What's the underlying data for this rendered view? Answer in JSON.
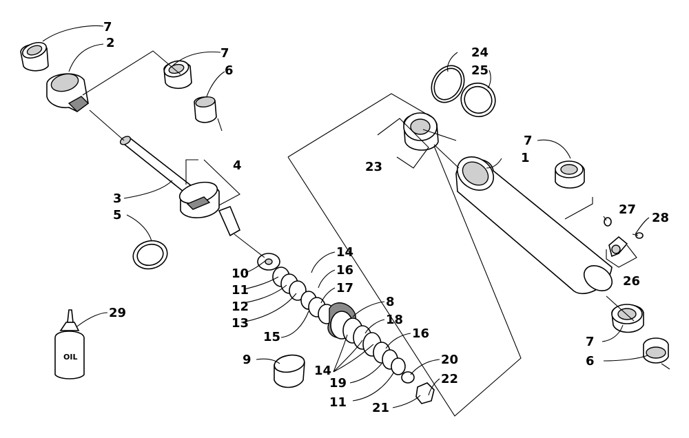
{
  "diagram": {
    "callouts": [
      {
        "id": "c7a",
        "text": "7"
      },
      {
        "id": "c2",
        "text": "2"
      },
      {
        "id": "c7b",
        "text": "7"
      },
      {
        "id": "c6a",
        "text": "6"
      },
      {
        "id": "c4",
        "text": "4"
      },
      {
        "id": "c3",
        "text": "3"
      },
      {
        "id": "c5",
        "text": "5"
      },
      {
        "id": "c10",
        "text": "10"
      },
      {
        "id": "c11a",
        "text": "11"
      },
      {
        "id": "c12",
        "text": "12"
      },
      {
        "id": "c13",
        "text": "13"
      },
      {
        "id": "c14a",
        "text": "14"
      },
      {
        "id": "c16a",
        "text": "16"
      },
      {
        "id": "c17",
        "text": "17"
      },
      {
        "id": "c15",
        "text": "15"
      },
      {
        "id": "c8",
        "text": "8"
      },
      {
        "id": "c18",
        "text": "18"
      },
      {
        "id": "c16b",
        "text": "16"
      },
      {
        "id": "c9",
        "text": "9"
      },
      {
        "id": "c14b",
        "text": "14"
      },
      {
        "id": "c19",
        "text": "19"
      },
      {
        "id": "c20",
        "text": "20"
      },
      {
        "id": "c22",
        "text": "22"
      },
      {
        "id": "c11b",
        "text": "11"
      },
      {
        "id": "c21",
        "text": "21"
      },
      {
        "id": "c24",
        "text": "24"
      },
      {
        "id": "c25",
        "text": "25"
      },
      {
        "id": "c23",
        "text": "23"
      },
      {
        "id": "c7c",
        "text": "7"
      },
      {
        "id": "c1",
        "text": "1"
      },
      {
        "id": "c27",
        "text": "27"
      },
      {
        "id": "c28",
        "text": "28"
      },
      {
        "id": "c26",
        "text": "26"
      },
      {
        "id": "c7d",
        "text": "7"
      },
      {
        "id": "c6b",
        "text": "6"
      },
      {
        "id": "c29",
        "text": "29"
      }
    ],
    "oil_bottle_label": "OIL"
  }
}
